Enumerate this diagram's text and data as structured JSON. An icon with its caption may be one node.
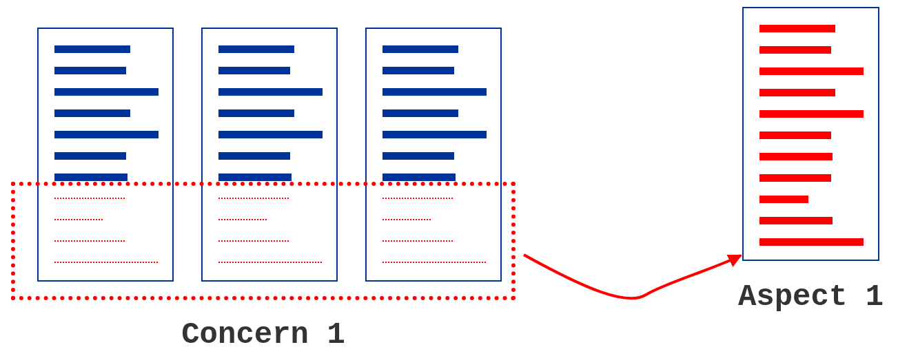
{
  "diagram": {
    "nodes": [
      {
        "text": [],
        "shape": "box"
      },
      {
        "text": [],
        "shape": "box"
      },
      {
        "text": [],
        "shape": "box"
      },
      {
        "text": [
          "Concern 1"
        ]
      },
      {
        "text": [
          "Aspect 1"
        ]
      }
    ],
    "edges": [
      {
        "from": 3,
        "to": 4,
        "arrow": "to"
      }
    ]
  }
}
